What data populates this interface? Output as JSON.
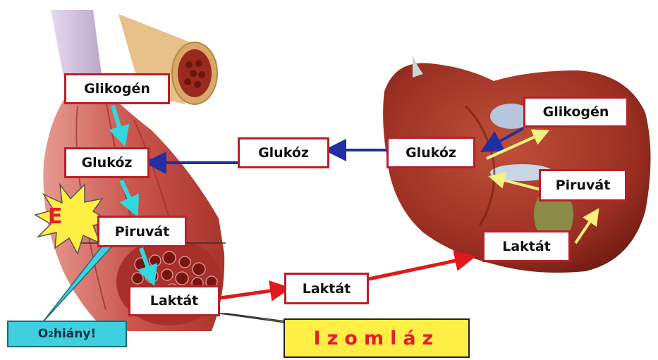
{
  "muscle": {
    "glikogen": "Glikogén",
    "glukoz": "Glukóz",
    "piruvat": "Piruvát",
    "laktat": "Laktát"
  },
  "energy": {
    "letter": "E"
  },
  "oxygen_callout": {
    "o": "O",
    "subscript": "2",
    "text": "hiány!"
  },
  "blood": {
    "glukoz": "Glukóz",
    "laktat": "Laktát"
  },
  "liver": {
    "glukoz": "Glukóz",
    "glikogen": "Glikogén",
    "piruvat": "Piruvát",
    "laktat": "Laktát"
  },
  "result": {
    "label": "Izomláz"
  },
  "colors": {
    "label_border": "#b8202a",
    "blue_arrow": "#2030a0",
    "cyan_arrow": "#30d8e0",
    "red_arrow": "#e01a1a",
    "yellow_arrow": "#f5f080",
    "callout_bg": "#3fd0e0",
    "result_bg": "#ffee44",
    "result_text": "#e0202a"
  }
}
